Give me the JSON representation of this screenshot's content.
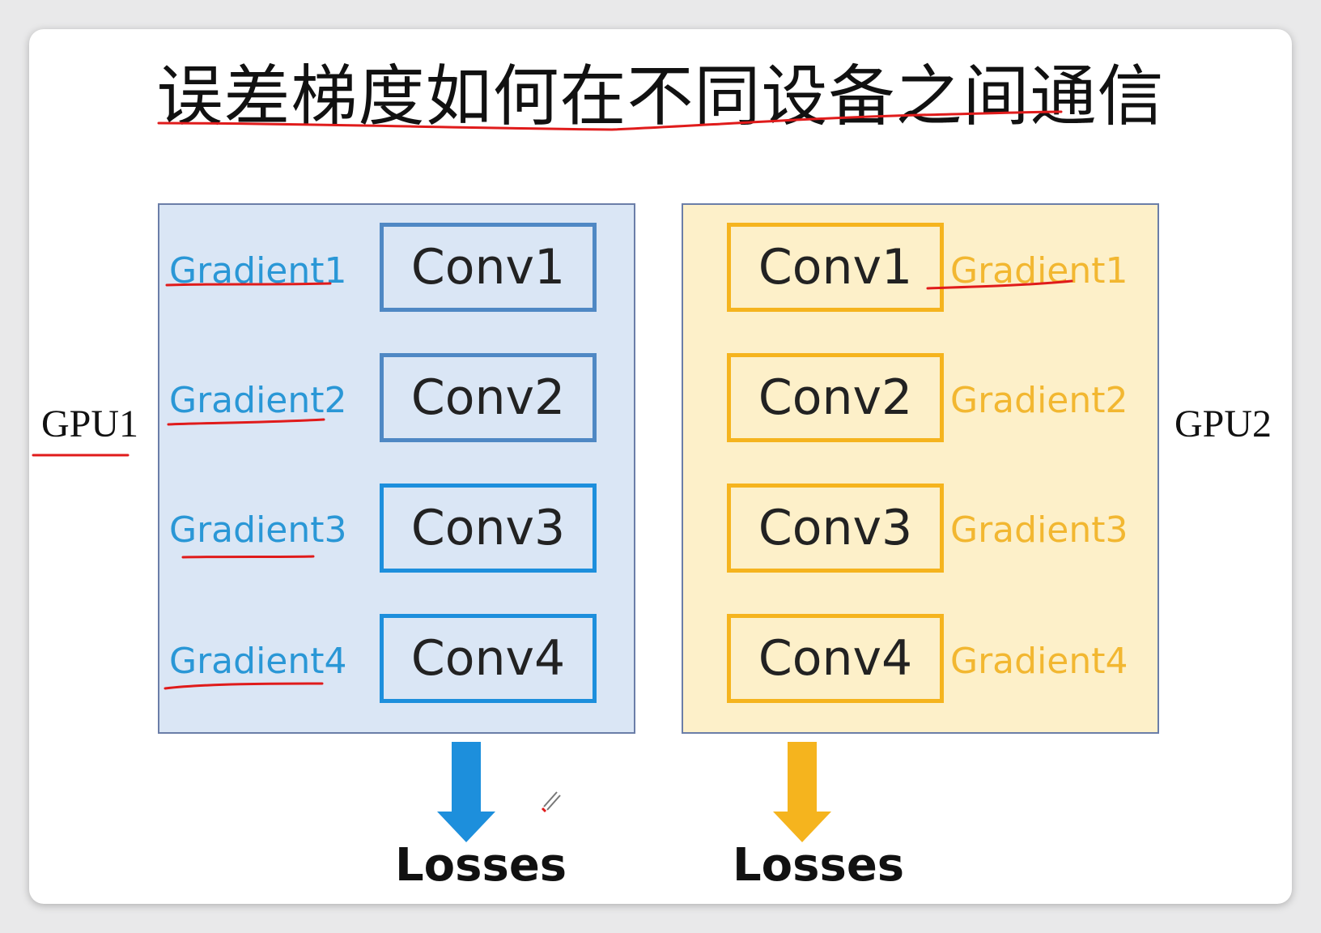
{
  "title": "误差梯度如何在不同设备之间通信",
  "gpu1": {
    "label": "GPU1",
    "gradients": [
      "Gradient1",
      "Gradient2",
      "Gradient3",
      "Gradient4"
    ],
    "layers": [
      "Conv1",
      "Conv2",
      "Conv3",
      "Conv4"
    ],
    "output": "Losses",
    "color": "#1d8fdc"
  },
  "gpu2": {
    "label": "GPU2",
    "gradients": [
      "Gradient1",
      "Gradient2",
      "Gradient3",
      "Gradient4"
    ],
    "layers": [
      "Conv1",
      "Conv2",
      "Conv3",
      "Conv4"
    ],
    "output": "Losses",
    "color": "#f5b41e"
  },
  "annotation_color": "#e01b1b"
}
